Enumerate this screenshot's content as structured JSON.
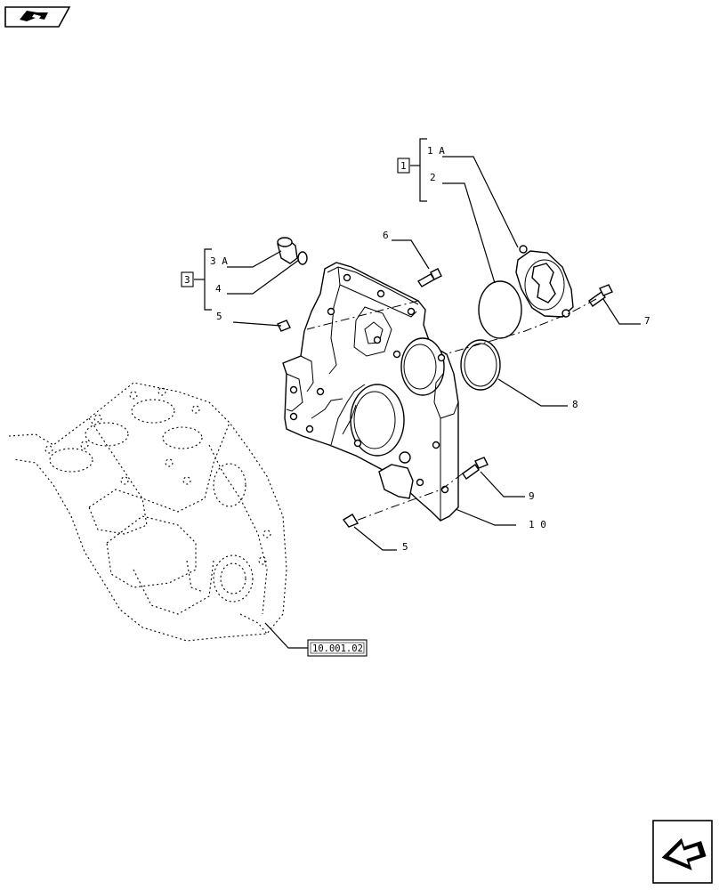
{
  "header": {
    "book_icon": "open-book-icon"
  },
  "footer": {
    "nav_icon": "next-page-arrow-icon"
  },
  "diagram": {
    "labels": {
      "kit1": "1",
      "p1A": "1 A",
      "p2": "2",
      "kit3": "3",
      "p3A": "3 A",
      "p4": "4",
      "p5_top": "5",
      "p5_bottom": "5",
      "p6": "6",
      "p7": "7",
      "p8": "8",
      "p9": "9",
      "p10": "1 0",
      "ref": "10.001.02"
    }
  }
}
